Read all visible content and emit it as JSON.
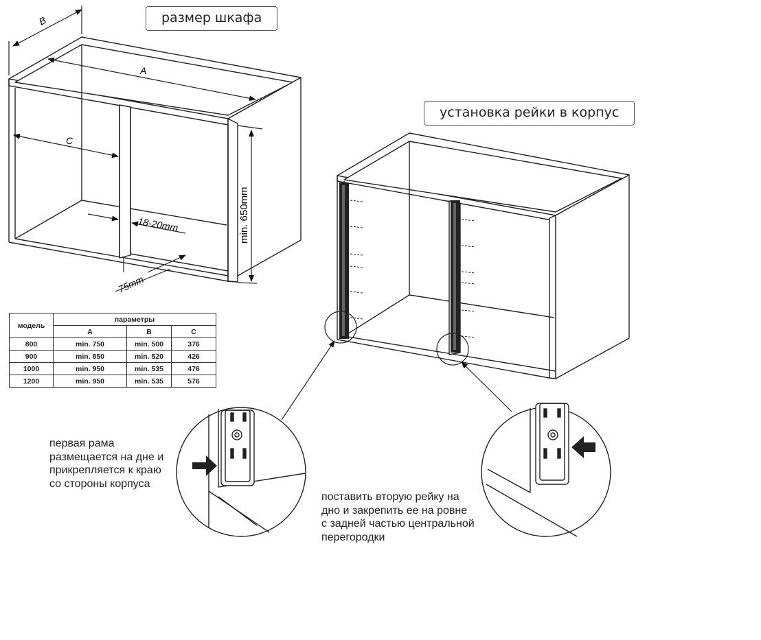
{
  "title_cabinet_size": "размер шкафа",
  "title_rail_install": "установка рейки в корпус",
  "dimensions": {
    "a": "A",
    "b": "B",
    "c": "C",
    "gap": "18-20mm",
    "offset": "75mm",
    "height": "min. 650mm"
  },
  "table": {
    "header_model": "модель",
    "header_params": "параметры",
    "columns": [
      "A",
      "B",
      "C"
    ],
    "rows": [
      {
        "model": "800",
        "a": "min. 750",
        "b": "min. 500",
        "c": "376"
      },
      {
        "model": "900",
        "a": "min. 850",
        "b": "min. 520",
        "c": "426"
      },
      {
        "model": "1000",
        "a": "min. 950",
        "b": "min. 535",
        "c": "476"
      },
      {
        "model": "1200",
        "a": "min. 950",
        "b": "min. 535",
        "c": "576"
      }
    ]
  },
  "note_first_frame": [
    "первая рама",
    "размещается на дне и",
    "прикрепляется к краю",
    "со стороны корпуса"
  ],
  "note_second_rail": [
    "поставить вторую рейку на",
    "дно и закрепить ее на ровне",
    "с задней частью центральной",
    "перегородки"
  ]
}
